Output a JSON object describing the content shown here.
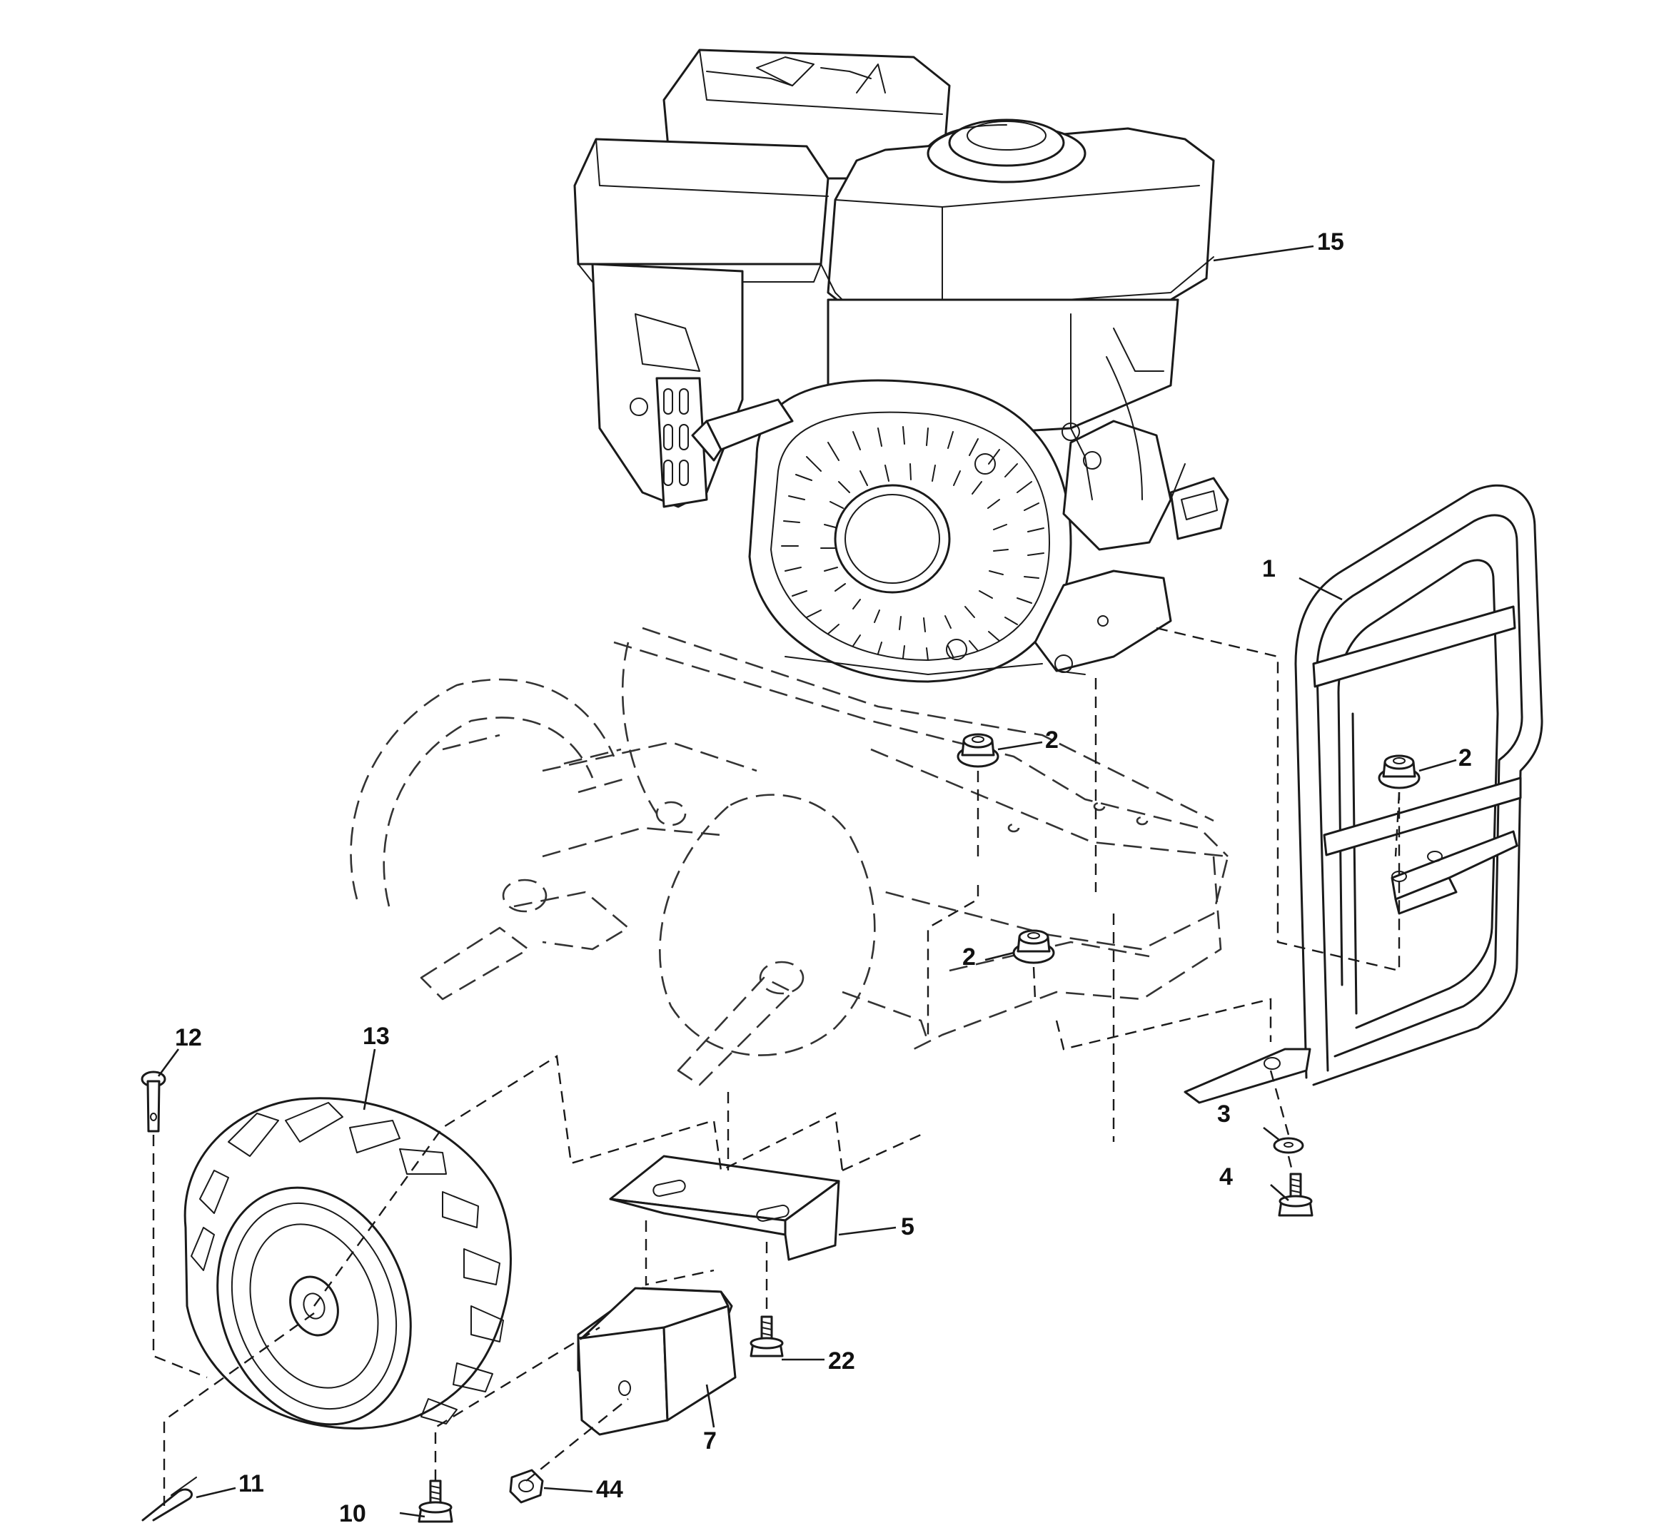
{
  "callouts": {
    "c1": "1",
    "c2a": "2",
    "c2b": "2",
    "c2c": "2",
    "c3": "3",
    "c4": "4",
    "c5": "5",
    "c7": "7",
    "c10": "10",
    "c11": "11",
    "c12": "12",
    "c13": "13",
    "c15": "15",
    "c22": "22",
    "c44": "44"
  },
  "parts": [
    {
      "ref": "1",
      "icon": "bumper-frame"
    },
    {
      "ref": "2",
      "icon": "flange-nut"
    },
    {
      "ref": "3",
      "icon": "washer"
    },
    {
      "ref": "4",
      "icon": "bolt"
    },
    {
      "ref": "5",
      "icon": "bracket"
    },
    {
      "ref": "7",
      "icon": "weight-block"
    },
    {
      "ref": "10",
      "icon": "bolt"
    },
    {
      "ref": "11",
      "icon": "hairpin-clip"
    },
    {
      "ref": "12",
      "icon": "clevis-pin"
    },
    {
      "ref": "13",
      "icon": "wheel-tire"
    },
    {
      "ref": "15",
      "icon": "engine"
    },
    {
      "ref": "22",
      "icon": "bolt"
    },
    {
      "ref": "44",
      "icon": "nut"
    }
  ],
  "colors": {
    "ink": "#1a1a1a",
    "paper": "#ffffff"
  }
}
